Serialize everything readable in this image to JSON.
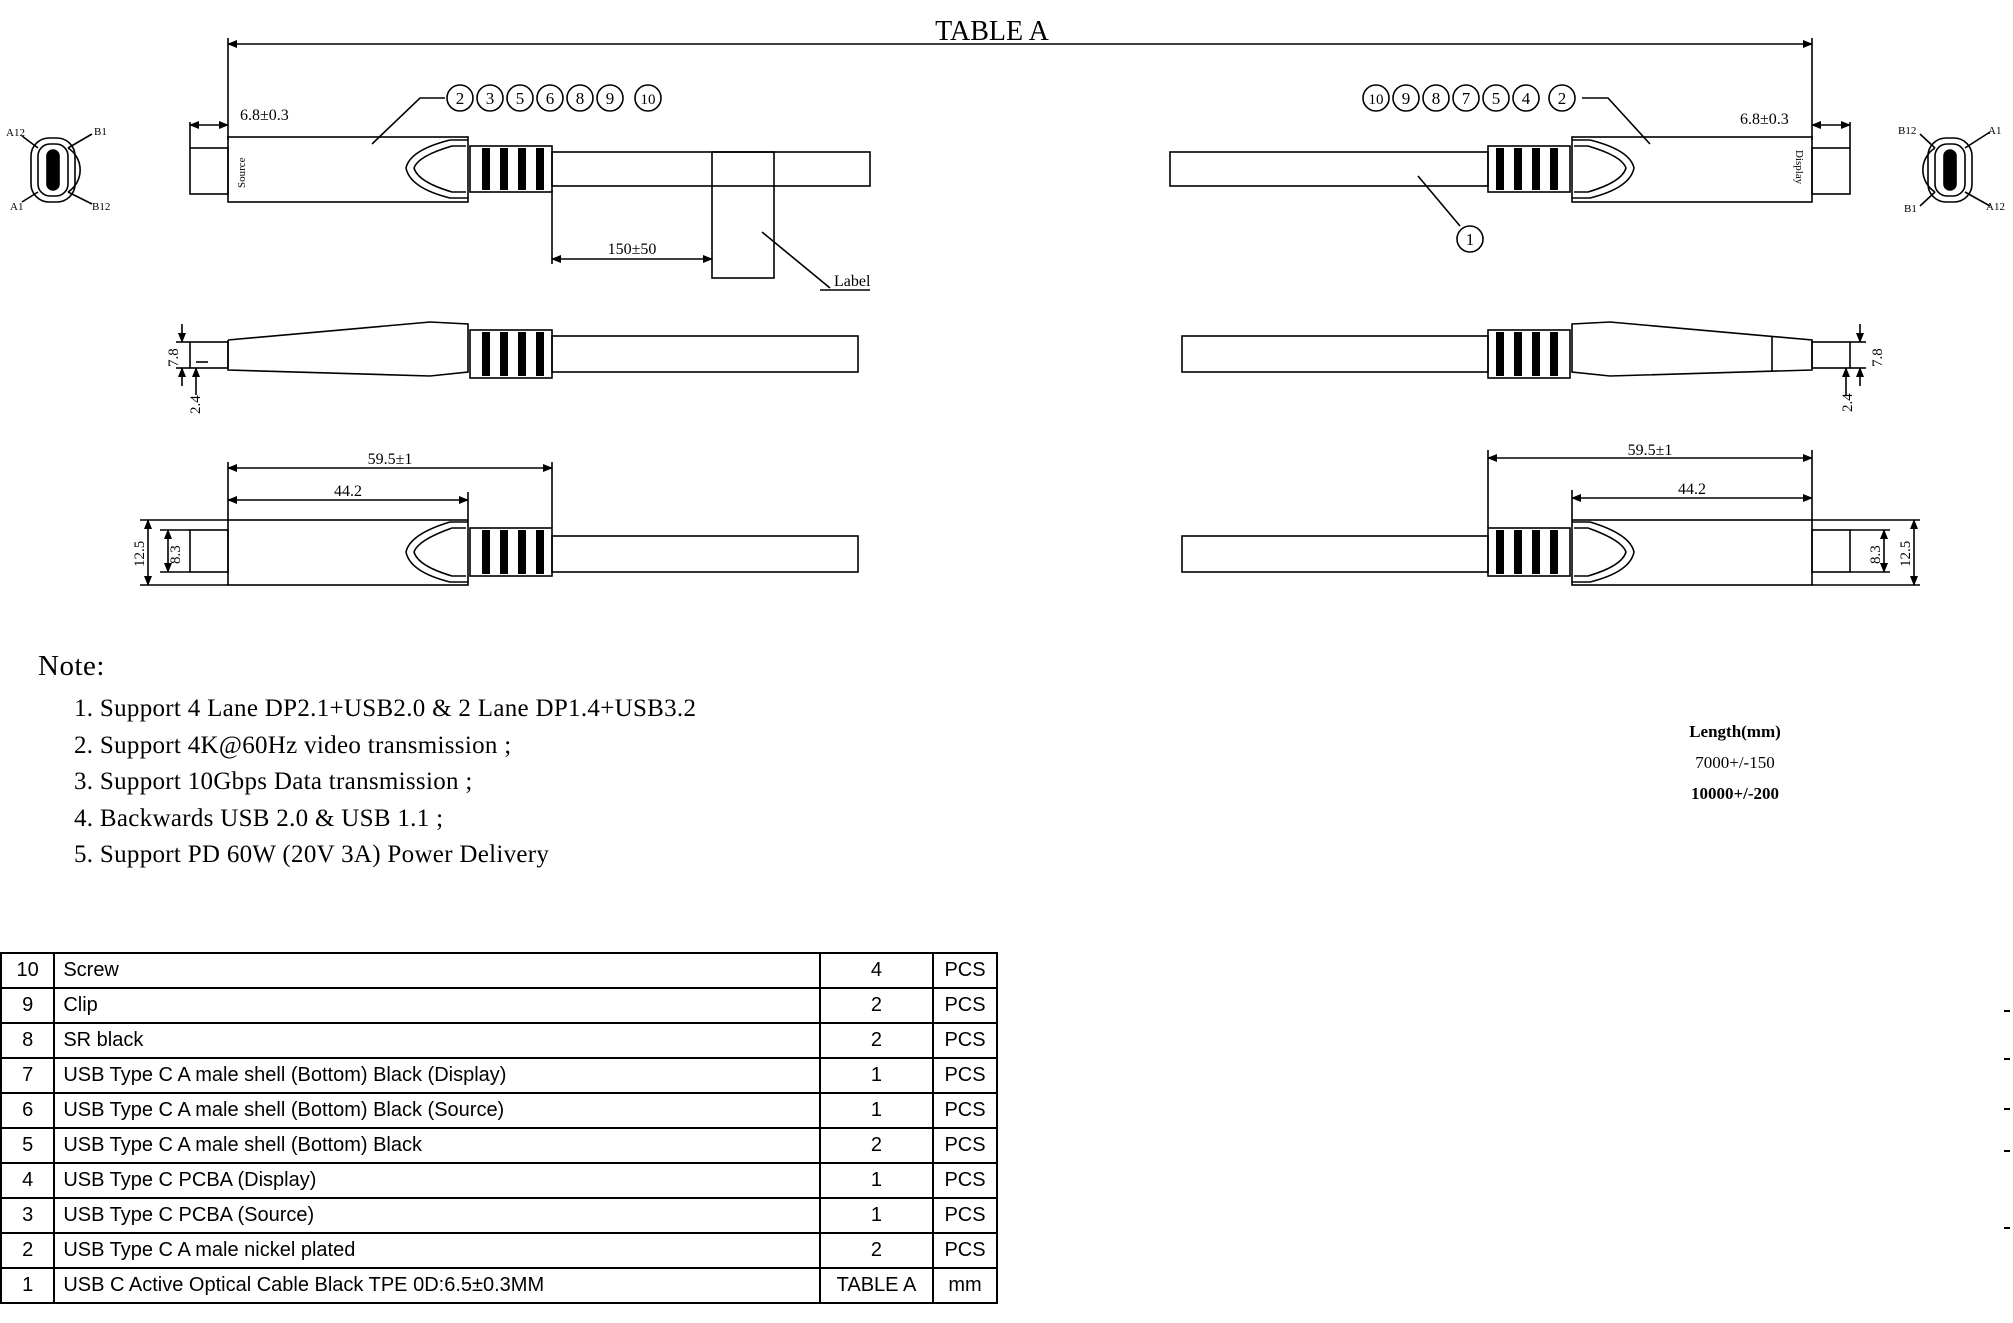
{
  "drawing": {
    "table_label": "TABLE A",
    "dim_tip": "6.8±0.3",
    "dim_label_gap": "150±50",
    "dim_body_len": "59.5±1",
    "dim_shell_len": "44.2",
    "dim_height": "7.8",
    "dim_thickness": "2.4",
    "dim_width": "12.5",
    "dim_tip_width": "8.3",
    "label_callout": "Label",
    "source_text": "Source",
    "display_text": "Display",
    "pins_left": {
      "a12": "A12",
      "b1": "B1",
      "a1": "A1",
      "b12": "B12"
    },
    "pins_right": {
      "b12": "B12",
      "a1": "A1",
      "b1": "B1",
      "a12": "A12"
    },
    "balloons_left": [
      "2",
      "3",
      "5",
      "6",
      "8",
      "9",
      "10"
    ],
    "balloons_right": [
      "10",
      "9",
      "8",
      "7",
      "5",
      "4",
      "2"
    ],
    "balloon_cable": "1"
  },
  "notes": {
    "title": "Note:",
    "items": [
      "1. Support 4 Lane DP2.1+USB2.0 & 2 Lane DP1.4+USB3.2",
      "2. Support 4K@60Hz video transmission ;",
      "3. Support 10Gbps Data transmission ;",
      "4. Backwards USB 2.0 & USB 1.1 ;",
      "5. Support PD 60W (20V 3A) Power Delivery"
    ]
  },
  "length_table": {
    "header": "Length(mm)",
    "values": [
      "7000+/-150",
      "10000+/-200"
    ]
  },
  "bom": [
    {
      "no": "10",
      "desc": "Screw",
      "qty": "4",
      "unit": "PCS"
    },
    {
      "no": "9",
      "desc": "Clip",
      "qty": "2",
      "unit": "PCS"
    },
    {
      "no": "8",
      "desc": "SR black",
      "qty": "2",
      "unit": "PCS"
    },
    {
      "no": "7",
      "desc": "USB Type C A male shell (Bottom) Black (Display)",
      "qty": "1",
      "unit": "PCS"
    },
    {
      "no": "6",
      "desc": "USB Type C A male shell (Bottom) Black (Source)",
      "qty": "1",
      "unit": "PCS"
    },
    {
      "no": "5",
      "desc": "USB Type C A male shell (Bottom) Black",
      "qty": "2",
      "unit": "PCS"
    },
    {
      "no": "4",
      "desc": "USB Type C PCBA (Display)",
      "qty": "1",
      "unit": "PCS"
    },
    {
      "no": "3",
      "desc": "USB Type C PCBA (Source)",
      "qty": "1",
      "unit": "PCS"
    },
    {
      "no": "2",
      "desc": "USB Type C A male nickel plated",
      "qty": "2",
      "unit": "PCS"
    },
    {
      "no": "1",
      "desc": "USB C Active Optical Cable Black TPE 0D:6.5±0.3MM",
      "qty": "TABLE A",
      "unit": "mm"
    }
  ]
}
